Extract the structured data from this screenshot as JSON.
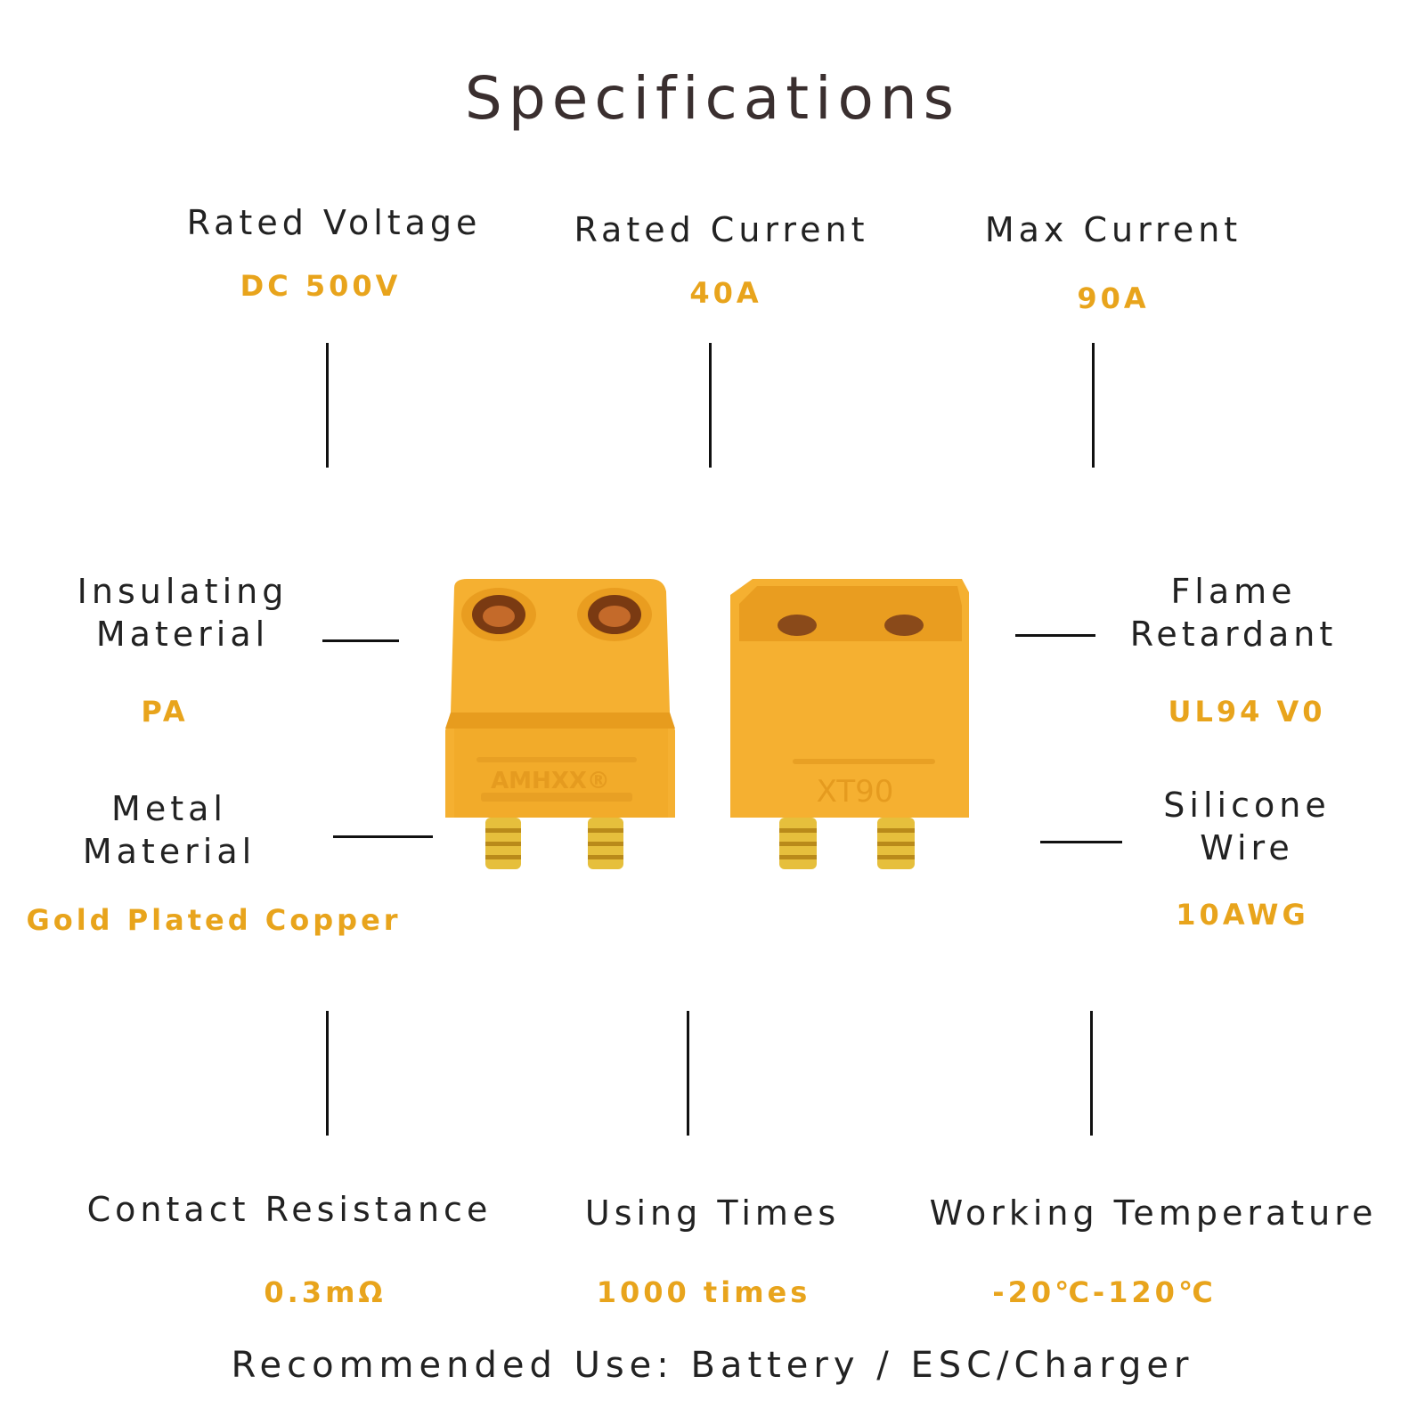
{
  "title": "Specifications",
  "colors": {
    "label": "#222222",
    "value": "#e8a41c",
    "connector_body": "#f5b031",
    "connector_shadow": "#e79c1e",
    "gold": "#e6bf3c"
  },
  "specs": {
    "rated_voltage": {
      "label": "Rated Voltage",
      "value": "DC 500V"
    },
    "rated_current": {
      "label": "Rated Current",
      "value": "40A"
    },
    "max_current": {
      "label": "Max Current",
      "value": "90A"
    },
    "insulating_material": {
      "label_line1": "Insulating",
      "label_line2": "Material",
      "value": "PA"
    },
    "flame_retardant": {
      "label_line1": "Flame",
      "label_line2": "Retardant",
      "value": "UL94 V0"
    },
    "metal_material": {
      "label_line1": "Metal",
      "label_line2": "Material",
      "value": "Gold Plated Copper"
    },
    "silicone_wire": {
      "label_line1": "Silicone",
      "label_line2": "Wire",
      "value": "10AWG"
    },
    "contact_resistance": {
      "label": "Contact Resistance",
      "value": "0.3mΩ"
    },
    "using_times": {
      "label": "Using Times",
      "value": "1000 times"
    },
    "working_temperature": {
      "label": "Working Temperature",
      "value": "-20℃-120℃"
    }
  },
  "product": {
    "female_brand_mark": "AMHXX®",
    "male_model_mark": "XT90"
  },
  "footer": "Recommended Use: Battery / ESC/Charger"
}
